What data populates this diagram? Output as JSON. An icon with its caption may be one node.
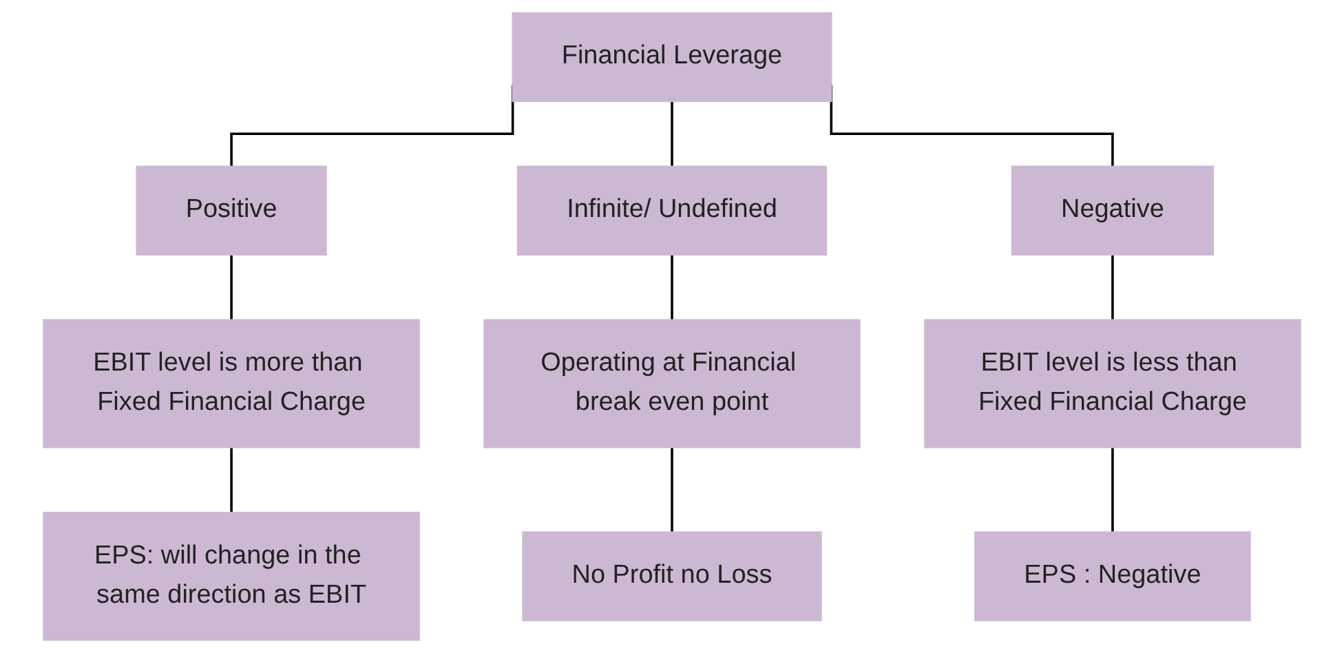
{
  "diagram": {
    "nodes": [
      {
        "text": [
          "Financial Leverage"
        ]
      },
      {
        "text": [
          "Positive"
        ]
      },
      {
        "text": [
          "Infinite/ Undefined"
        ]
      },
      {
        "text": [
          "Negative"
        ]
      },
      {
        "text": [
          "EBIT level is more than Fixed Financial Charge"
        ]
      },
      {
        "text": [
          "Operating at Financial break even point"
        ]
      },
      {
        "text": [
          "EBIT level is less than Fixed Financial Charge"
        ]
      },
      {
        "text": [
          "EPS: will change in the same direction as EBIT"
        ]
      },
      {
        "text": [
          "No Profit no Loss"
        ]
      },
      {
        "text": [
          "EPS : Negative"
        ]
      }
    ],
    "edges": [
      {
        "from": 0,
        "to": 1,
        "arrow": "none"
      },
      {
        "from": 0,
        "to": 2,
        "arrow": "none"
      },
      {
        "from": 0,
        "to": 3,
        "arrow": "none"
      },
      {
        "from": 1,
        "to": 4,
        "arrow": "none"
      },
      {
        "from": 2,
        "to": 5,
        "arrow": "none"
      },
      {
        "from": 3,
        "to": 6,
        "arrow": "none"
      },
      {
        "from": 4,
        "to": 7,
        "arrow": "none"
      },
      {
        "from": 5,
        "to": 8,
        "arrow": "none"
      },
      {
        "from": 6,
        "to": 9,
        "arrow": "none"
      }
    ]
  }
}
